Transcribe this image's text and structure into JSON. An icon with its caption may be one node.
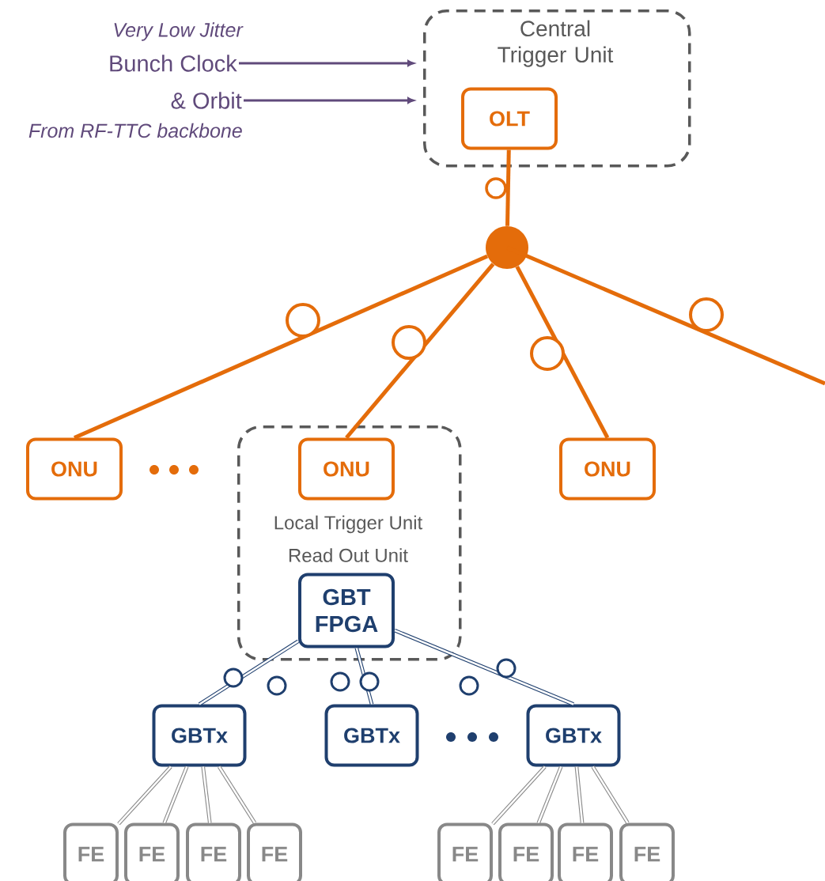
{
  "diagram": {
    "nodes": [
      {
        "text": [
          "Bunch Clock"
        ]
      },
      {
        "text": [
          "& Orbit"
        ]
      },
      {
        "text": [
          "Central Trigger Unit"
        ]
      },
      {
        "text": [
          "OLT"
        ],
        "in": 2
      },
      {
        "text": [],
        "shape": "circle"
      },
      {
        "text": [
          "ONU"
        ]
      },
      {
        "text": [
          "Local Trigger Unit",
          "Read Out Unit"
        ]
      },
      {
        "text": [
          "ONU"
        ],
        "in": 6
      },
      {
        "text": [
          "ONU"
        ]
      },
      {
        "text": [
          "GBT FPGA"
        ],
        "in": 6
      },
      {
        "text": [
          "GBTx"
        ]
      },
      {
        "text": [
          "GBTx"
        ]
      },
      {
        "text": [
          "GBTx"
        ]
      },
      {
        "text": [
          "FE"
        ]
      },
      {
        "text": [
          "FE"
        ]
      },
      {
        "text": [
          "FE"
        ]
      },
      {
        "text": [
          "FE"
        ]
      },
      {
        "text": [
          "FE"
        ]
      },
      {
        "text": [
          "FE"
        ]
      },
      {
        "text": [
          "FE"
        ]
      },
      {
        "text": [
          "FE"
        ]
      }
    ],
    "edges": [
      {
        "from": 0,
        "to": 2,
        "arrow": "to",
        "color": "#604a7b"
      },
      {
        "from": 1,
        "to": 2,
        "arrow": "to",
        "color": "#604a7b"
      },
      {
        "from": 3,
        "to": 4,
        "arrow": "none",
        "color": "#e46c0a"
      },
      {
        "from": 4,
        "to": 5,
        "arrow": "none",
        "color": "#e46c0a"
      },
      {
        "from": 4,
        "to": 7,
        "arrow": "none",
        "color": "#e46c0a"
      },
      {
        "from": 4,
        "to": 8,
        "arrow": "none",
        "color": "#e46c0a"
      },
      {
        "from": 4,
        "to": null,
        "arrow": "none",
        "color": "#e46c0a"
      },
      {
        "from": 9,
        "to": 10,
        "arrow": "none",
        "color": "#1f3f6e"
      },
      {
        "from": 9,
        "to": 11,
        "arrow": "none",
        "color": "#1f3f6e"
      },
      {
        "from": 9,
        "to": 12,
        "arrow": "none",
        "color": "#1f3f6e"
      },
      {
        "from": 10,
        "to": 13,
        "arrow": "none"
      },
      {
        "from": 10,
        "to": 14,
        "arrow": "none"
      },
      {
        "from": 10,
        "to": 15,
        "arrow": "none"
      },
      {
        "from": 10,
        "to": 16,
        "arrow": "none"
      },
      {
        "from": 12,
        "to": 17,
        "arrow": "none"
      },
      {
        "from": 12,
        "to": 18,
        "arrow": "none"
      },
      {
        "from": 12,
        "to": 19,
        "arrow": "none"
      },
      {
        "from": 12,
        "to": 20,
        "arrow": "none"
      }
    ],
    "labels": [
      "Very Low Jitter",
      "From RF-TTC backbone"
    ]
  }
}
